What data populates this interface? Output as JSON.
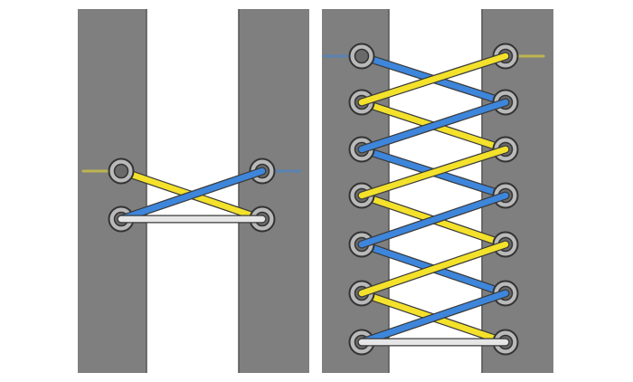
{
  "colors": {
    "background": "#ffffff",
    "shoe_flap": "#7f7f7f",
    "flap_edge": "#555555",
    "tongue": "#ffffff",
    "eyelet_ring": "#b9b9b9",
    "eyelet_ring_stroke": "#333333",
    "eyelet_hole": "#6a6a6a",
    "lace_yellow": "#f3e12b",
    "lace_blue": "#3d86dc",
    "lace_white": "#e6e6e6",
    "lace_outline": "#3a3a3a"
  },
  "diagrams": [
    {
      "id": "start-step",
      "eyelet_rows": 2,
      "laces": [
        {
          "color": "lace_yellow",
          "from": [
            "left",
            0
          ],
          "to": [
            "right",
            1
          ],
          "layer": "under"
        },
        {
          "color": "lace_blue",
          "from": [
            "right",
            0
          ],
          "to": [
            "left",
            1
          ],
          "layer": "over"
        },
        {
          "color": "lace_white",
          "from": [
            "left",
            1
          ],
          "to": [
            "right",
            1
          ],
          "layer": "over"
        }
      ],
      "loose_ends": [
        {
          "side": "left",
          "row": 0,
          "color": "lace_yellow"
        },
        {
          "side": "right",
          "row": 0,
          "color": "lace_blue"
        }
      ]
    },
    {
      "id": "complete-criss-cross",
      "eyelet_rows": 7,
      "laces": [
        {
          "color": "lace_yellow",
          "from": [
            "right",
            0
          ],
          "to": [
            "left",
            1
          ],
          "layer": "over"
        },
        {
          "color": "lace_blue",
          "from": [
            "left",
            0
          ],
          "to": [
            "right",
            1
          ],
          "layer": "under"
        },
        {
          "color": "lace_yellow",
          "from": [
            "left",
            1
          ],
          "to": [
            "right",
            2
          ],
          "layer": "under"
        },
        {
          "color": "lace_blue",
          "from": [
            "right",
            1
          ],
          "to": [
            "left",
            2
          ],
          "layer": "over"
        },
        {
          "color": "lace_yellow",
          "from": [
            "right",
            2
          ],
          "to": [
            "left",
            3
          ],
          "layer": "over"
        },
        {
          "color": "lace_blue",
          "from": [
            "left",
            2
          ],
          "to": [
            "right",
            3
          ],
          "layer": "under"
        },
        {
          "color": "lace_yellow",
          "from": [
            "left",
            3
          ],
          "to": [
            "right",
            4
          ],
          "layer": "under"
        },
        {
          "color": "lace_blue",
          "from": [
            "right",
            3
          ],
          "to": [
            "left",
            4
          ],
          "layer": "over"
        },
        {
          "color": "lace_yellow",
          "from": [
            "right",
            4
          ],
          "to": [
            "left",
            5
          ],
          "layer": "over"
        },
        {
          "color": "lace_blue",
          "from": [
            "left",
            4
          ],
          "to": [
            "right",
            5
          ],
          "layer": "under"
        },
        {
          "color": "lace_yellow",
          "from": [
            "left",
            5
          ],
          "to": [
            "right",
            6
          ],
          "layer": "under"
        },
        {
          "color": "lace_blue",
          "from": [
            "right",
            5
          ],
          "to": [
            "left",
            6
          ],
          "layer": "over"
        },
        {
          "color": "lace_white",
          "from": [
            "left",
            6
          ],
          "to": [
            "right",
            6
          ],
          "layer": "over"
        }
      ],
      "loose_ends": [
        {
          "side": "left",
          "row": 0,
          "color": "lace_blue"
        },
        {
          "side": "right",
          "row": 0,
          "color": "lace_yellow"
        }
      ]
    }
  ]
}
